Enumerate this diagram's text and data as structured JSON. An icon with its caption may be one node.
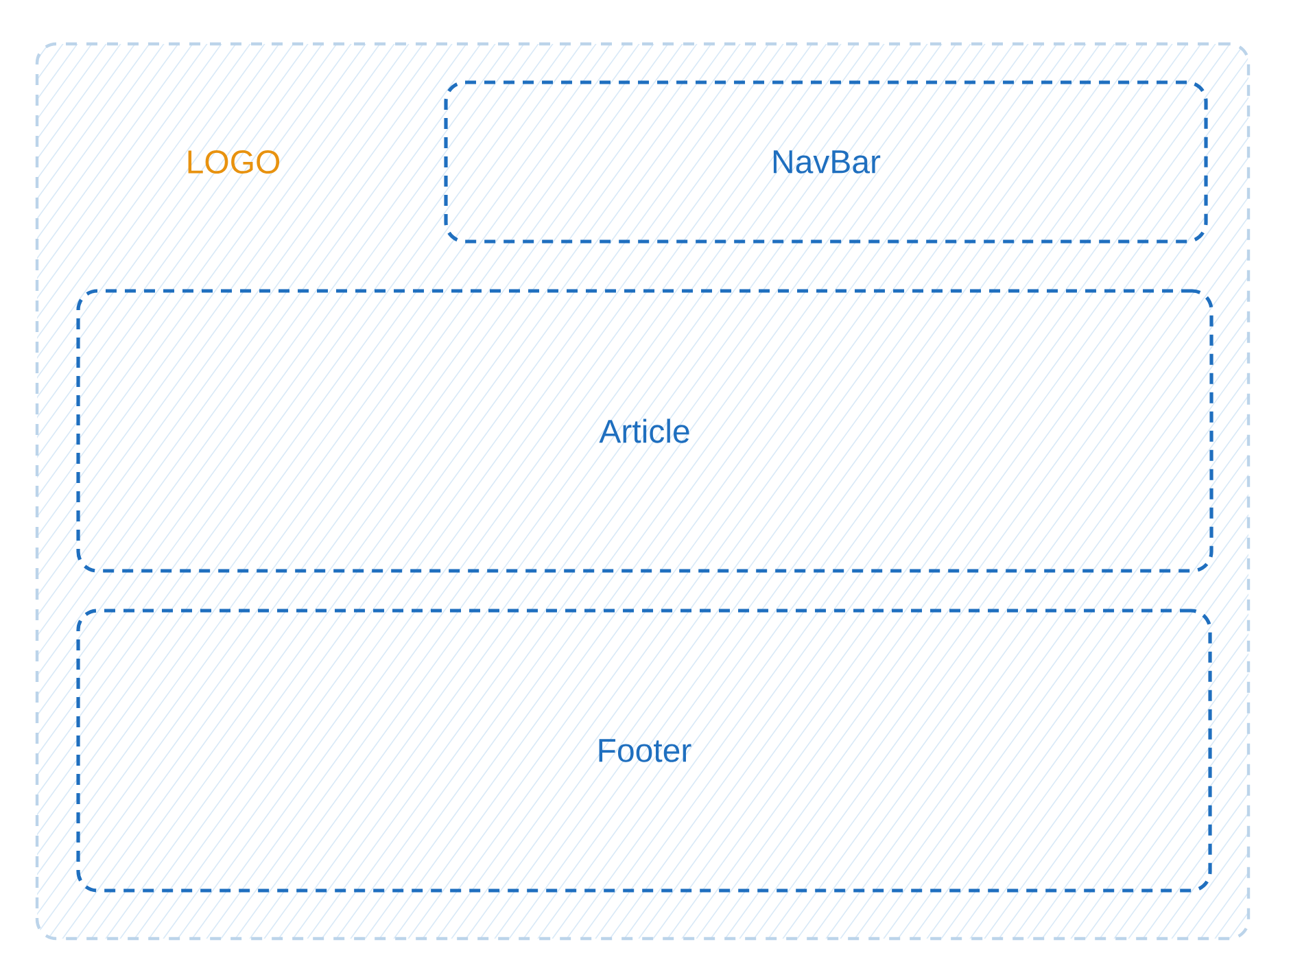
{
  "diagram": {
    "nodes": [
      {
        "text": [],
        "shape": "box"
      },
      {
        "text": [
          "NavBar"
        ],
        "in": 0
      },
      {
        "text": [
          "Article"
        ],
        "in": 0
      },
      {
        "text": [
          "Footer"
        ],
        "in": 0
      }
    ],
    "labels": [
      "LOGO"
    ]
  }
}
